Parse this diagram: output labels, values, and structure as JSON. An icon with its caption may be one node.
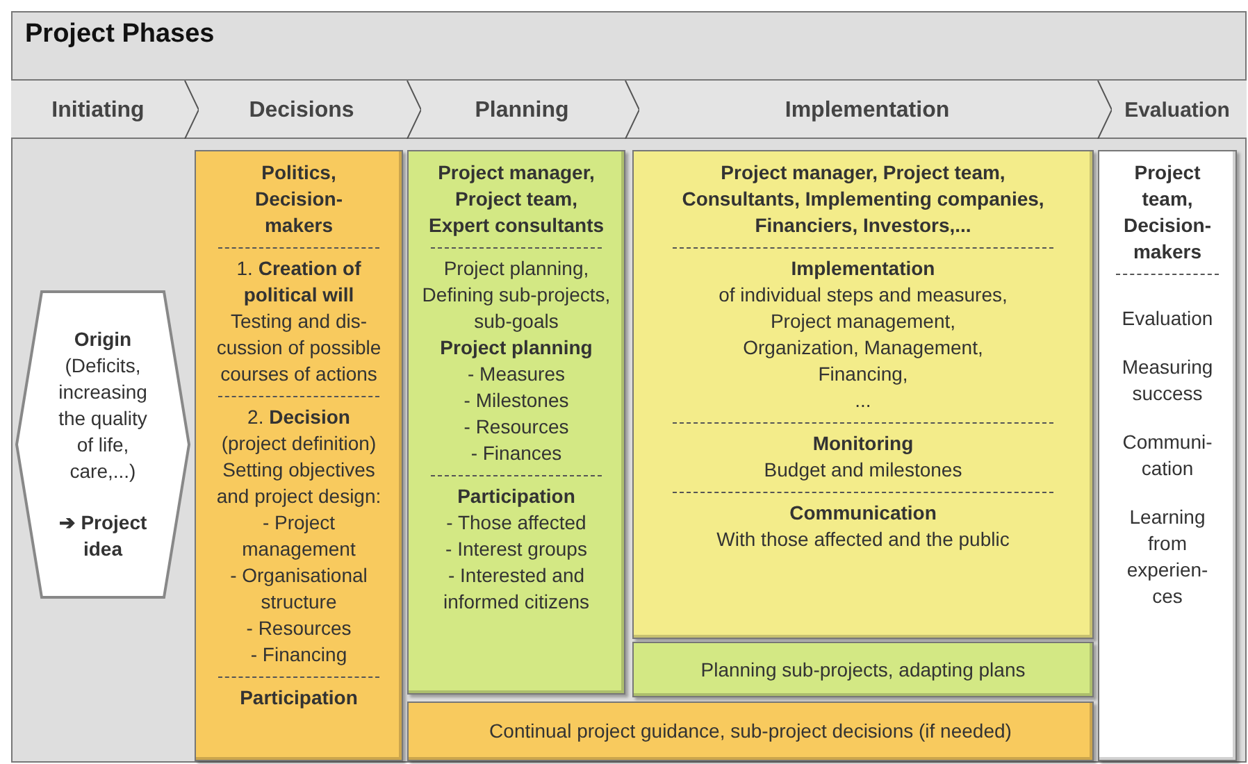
{
  "diagram": {
    "title": "Project Phases",
    "nodes": [
      {
        "text": [
          "Initiating"
        ]
      },
      {
        "text": [
          "Decisions"
        ]
      },
      {
        "text": [
          "Planning"
        ]
      },
      {
        "text": [
          "Implementation"
        ]
      },
      {
        "text": [
          "Evaluation"
        ]
      },
      {
        "text": [
          "Origin",
          "(Deficits, increasing the quality of life, care,...)",
          "➔ Project idea"
        ]
      },
      {
        "text": [
          "Politics, Decision-makers",
          "1. **Creation of political will**",
          "Testing and dis-cussion of possible courses of actions",
          "2. **Decision**",
          "(project definition) Setting objectives and project design:",
          "- Project management",
          "- Organisational structure",
          "- Resources",
          "- Financing",
          "Participation"
        ]
      },
      {
        "text": [
          "Project manager, Project team, Expert consultants",
          "Project planning, Defining sub-projects, sub-goals",
          "Project planning",
          "- Measures",
          "- Milestones",
          "- Resources",
          "- Finances",
          "Participation",
          "- Those affected",
          "- Interest groups",
          "- Interested and informed citizens"
        ]
      },
      {
        "text": [
          "Project manager, Project team, Consultants, Implementing companies, Financiers, Investors,...",
          "Implementation",
          "of individual steps and measures,",
          "Project management,",
          "Organization, Management,",
          "Financing,",
          "...",
          "Monitoring",
          "Budget and milestones",
          "Communication",
          "With those affected and the public"
        ]
      },
      {
        "text": [
          "Project team, Decision-makers",
          "Evaluation",
          "Measuring success",
          "Communi-cation",
          "Learning from experien-ces"
        ]
      },
      {
        "text": [
          "Planning sub-projects, adapting plans"
        ]
      },
      {
        "text": [
          "Continual project guidance, sub-project decisions (if needed)"
        ]
      }
    ]
  }
}
